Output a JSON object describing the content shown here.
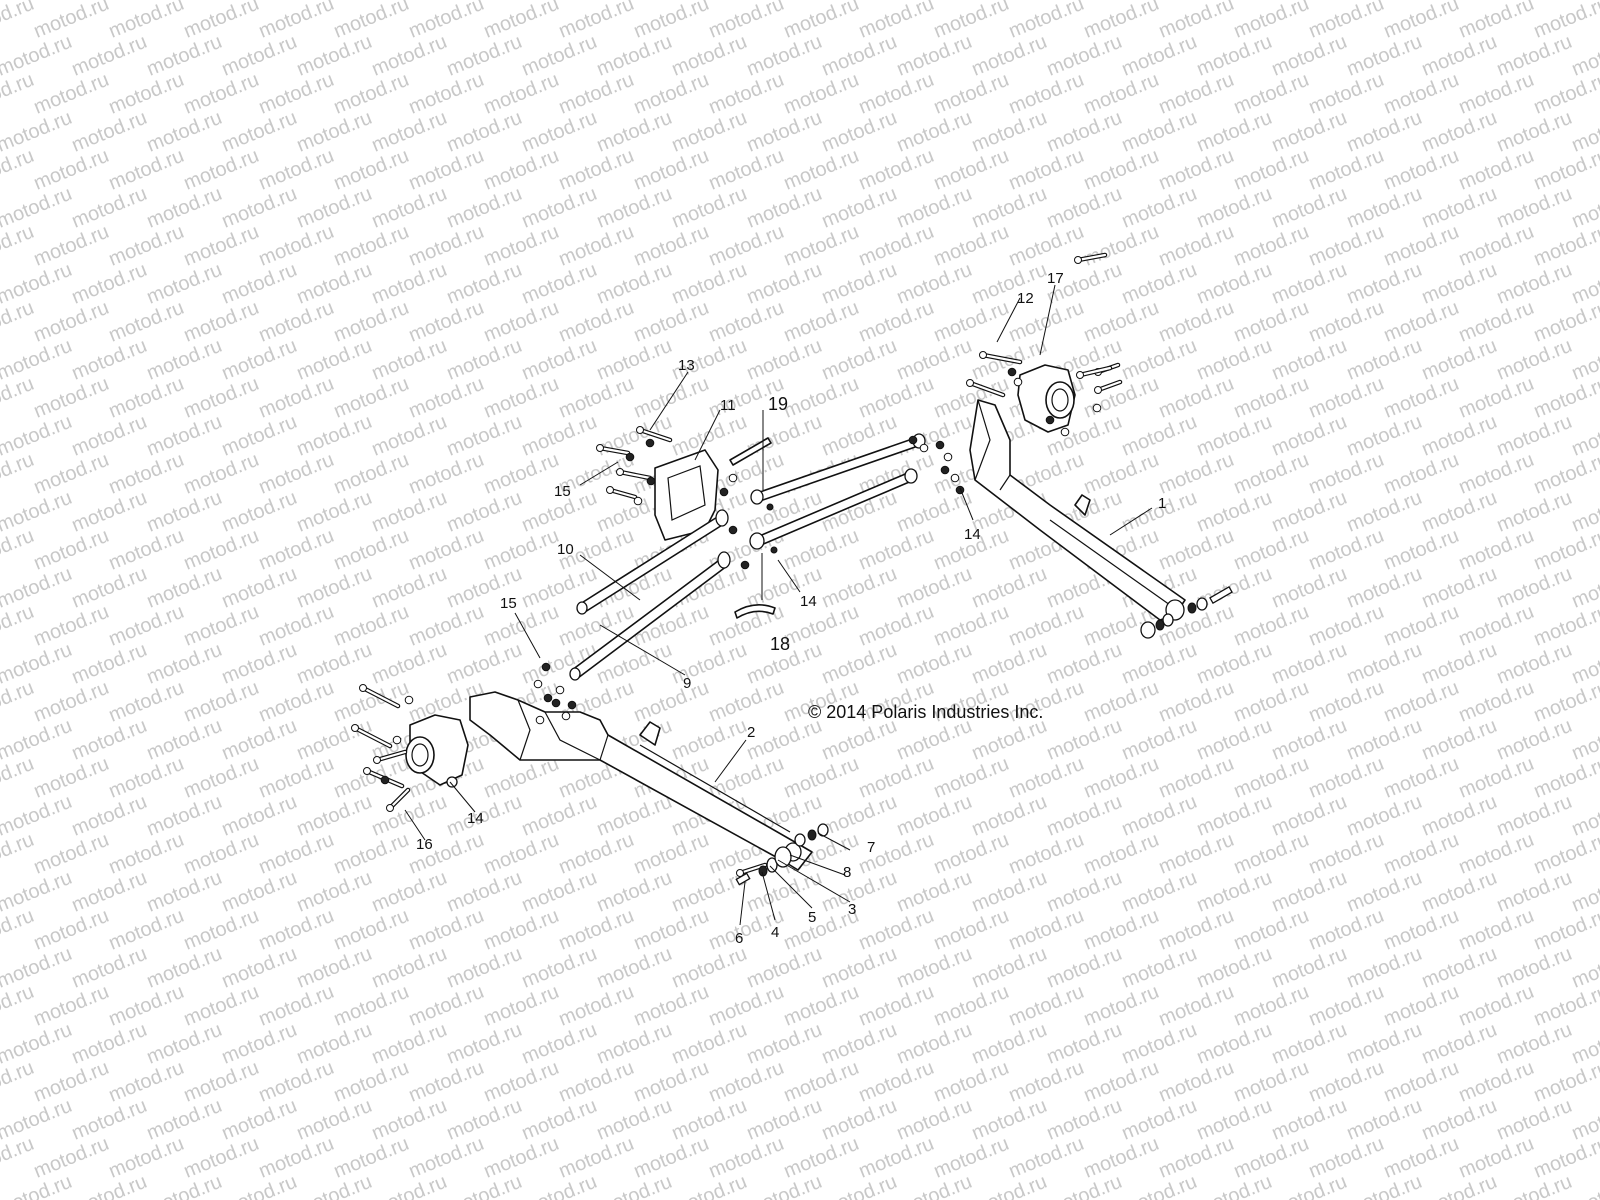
{
  "watermark": "motod.ru",
  "copyright": "© 2014 Polaris Industries Inc.",
  "callouts": {
    "c1": "1",
    "c2": "2",
    "c3": "3",
    "c4": "4",
    "c5": "5",
    "c6": "6",
    "c7": "7",
    "c8": "8",
    "c9": "9",
    "c10": "10",
    "c11": "11",
    "c12": "12",
    "c13": "13",
    "c14a": "14",
    "c14b": "14",
    "c14c": "14",
    "c15a": "15",
    "c15b": "15",
    "c16": "16",
    "c17": "17",
    "c18": "18",
    "c19": "19"
  },
  "colors": {
    "line": "#111111",
    "watermark": "#c8c8c8",
    "background": "#ffffff"
  }
}
